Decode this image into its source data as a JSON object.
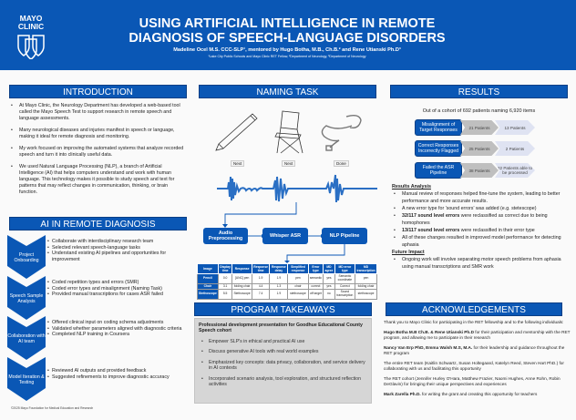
{
  "header": {
    "logo_line1": "MAYO",
    "logo_line2": "CLINIC",
    "title_line1": "USING ARTIFICIAL INTELLIGENCE IN REMOTE",
    "title_line2": "DIAGNOSIS OF SPEECH-LANGUAGE DISORDERS",
    "authors": "Madeline Ocel M.S. CCC-SLP¹, mentored by Hugo Botha, M.B., Ch.B.² and Rene Utianski Ph.D³",
    "affiliations": "¹Lake City Public Schools and Mayo Clinic RET Fellow, ²Department of Neurology, ³Department of Neurology"
  },
  "introduction": {
    "title": "INTRODUCTION",
    "bullets": [
      "At Mayo Clinic, the Neurology Department has developed a web-based tool called the Mayo Speech Test to support research in remote speech and language assessments.",
      "Many neurological diseases and injuries manifest in speech or language, making it ideal for remote diagnosis and monitoring.",
      "My work focused on improving the automated systems that analyze recorded speech and turn it into clinically useful data.",
      "We used Natural Language Processing (NLP), a branch of Artificial Intelligence (AI) that helps computers understand and work with human language. This technology makes it possible to study speech and text for patterns that may reflect changes in communication, thinking, or brain function."
    ]
  },
  "ai_diagnosis": {
    "title": "AI IN REMOTE DIAGNOSIS",
    "steps": [
      {
        "label": "Project Onboarding",
        "items": [
          "Collaborate with interdisciplinary research team",
          "Selected relevant speech-language tasks",
          "Understand existing AI pipelines and opportunities for improvement"
        ]
      },
      {
        "label": "Speech Sample Analysis",
        "items": [
          "Coded repetition types and errors (SMR)",
          "Coded error types and misalignment (Naming Task)",
          "Provided manual transcriptions for cases ASR failed"
        ]
      },
      {
        "label": "Collaboration with AI team",
        "items": [
          "Offered clinical input on coding schema adjustments",
          "Validated whether parameters aligned with diagnostic criteria",
          "Completed NLP training in Coursera"
        ]
      },
      {
        "label": "Model Iteration & Testing",
        "items": [
          "Reviewed AI outputs and provided feedback",
          "Suggested refinements to improve diagnostic accuracy"
        ]
      }
    ]
  },
  "copyright": "©2025 Mayo Foundation for Medical Education and Research",
  "naming_task": {
    "title": "NAMING TASK",
    "labels": [
      "Next",
      "Next",
      "Done"
    ],
    "pipeline": [
      "Audio Preprocessing",
      "Whisper ASR",
      "NLP Pipeline"
    ],
    "table": {
      "headers": [
        "Image",
        "Display time",
        "Response",
        "Response time",
        "Response delay",
        "Simplified response",
        "Error type",
        "MD agree",
        "MD error type",
        "MD transcription"
      ],
      "rows": [
        [
          "Pencil",
          "0.0",
          "[UNC] pen",
          "1.9",
          "1.9",
          "pen",
          "semantic",
          "yes",
          "Semantic coordinate",
          "pen"
        ],
        [
          "Chair",
          "3.1",
          "folding chair",
          "4.4",
          "1.3",
          "chair",
          "correct",
          "yes",
          "Correct",
          "folding chair"
        ],
        [
          "Stethoscope",
          "5.5",
          "Stethoscope",
          "7.4",
          "1.9",
          "stethoscope",
          "off target",
          "no",
          "Sound transcription",
          "stethoscope"
        ]
      ]
    }
  },
  "takeaways": {
    "title": "PROGRAM TAKEAWAYS",
    "heading": "Professional development presentation for Goodhue Educational County Speech cohort",
    "bullets": [
      "Empower SLP's in ethical and practical AI use",
      "Discuss generative AI tools with real world examples",
      "Emphasized key concepts: data privacy, collaboration, and service delivery in AI contexts",
      "Incorporated scenario analysis, tool exploration, and structured reflection activities"
    ]
  },
  "results": {
    "title": "RESULTS",
    "intro": "Out of a cohort of 692 patients naming 6,920 items",
    "rows": [
      {
        "label": "Misalignment of Target Responses",
        "a": "21 Patients",
        "b": "13 Patients"
      },
      {
        "label": "Correct Responses Incorrectly Flagged",
        "a": "25 Patients",
        "b": "2 Patients"
      },
      {
        "label": "Failed the ASR Pipeline",
        "a": "38 Patients",
        "b": "22 Patients able to be processed"
      }
    ],
    "analysis_title": "Results Analysis",
    "analysis": [
      {
        "bold": "",
        "text": "Manual review of responses helped fine-tune the system, leading to better performance and more accurate results."
      },
      {
        "bold": "",
        "text": "A new error type for 'sound errors' was added (e.g. stetescope)"
      },
      {
        "bold": "32/117 sound level errors",
        "text": " were reclassified as correct due to being homophones"
      },
      {
        "bold": "13/117 sound level errors",
        "text": " were reclassified in their error type"
      },
      {
        "bold": "",
        "text": "All of these changes resulted in improved model performance for detecting aphasia"
      }
    ],
    "future_title": "Future Impact",
    "future": [
      "Ongoing work will involve separating motor speech problems from aphasia using manual transcriptions and SMR work"
    ]
  },
  "acknowledgements": {
    "title": "ACKNOWLEDGEMENTS",
    "paras": [
      {
        "bold": "",
        "text": "Thank you to Mayo Clinic for participating in the RET fellowship and to the following individuals:"
      },
      {
        "bold": "Hugo Botha M.B Ch.B. & Rene Utianski Ph.D",
        "text": " for their participation and mentorship with the RET program, and allowing me to participate in their research"
      },
      {
        "bold": "Nancy Van Erp PhD, Emma Walsh M.S, M.A.",
        "text": " for their leadership and guidance throughout the RET program"
      },
      {
        "bold": "",
        "text": "The entire RET team (Kaitlin Schwartz, Susan Holtegaard, Katelyn Reed, Steven Hart PhD.) for collaborating with us and facilitating this opportunity"
      },
      {
        "bold": "",
        "text": "The RET cohort (Jennifer Hurley O'Hara, Matthew Frazier, Naomi Hughes, Anne Rohn, Robin DeGlavin) for bringing their unique perspectives and experiences"
      },
      {
        "bold": "Mark Zarella Ph.D.",
        "text": " for writing the grant and creating this opportunity for teachers"
      }
    ]
  }
}
